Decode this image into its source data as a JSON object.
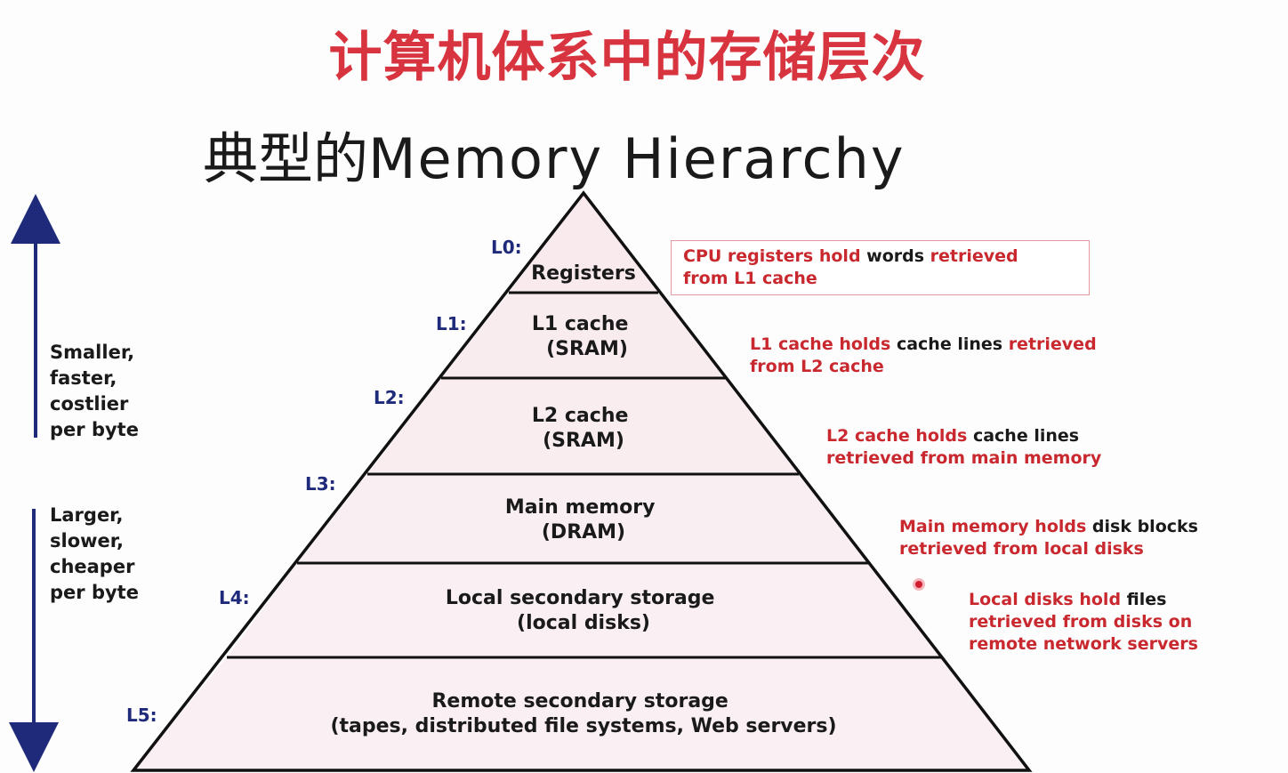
{
  "title": "计算机体系中的存储层次",
  "subtitle": {
    "cn": "典型的",
    "en": "Memory Hierarchy"
  },
  "side_notes": {
    "top": [
      "Smaller,",
      "faster,",
      "costlier",
      "per byte"
    ],
    "bottom": [
      "Larger,",
      "slower,",
      "cheaper",
      "per byte"
    ]
  },
  "levels": [
    {
      "level": "L0:",
      "lines": [
        "Registers"
      ]
    },
    {
      "level": "L1:",
      "lines": [
        "L1 cache",
        "(SRAM)"
      ]
    },
    {
      "level": "L2:",
      "lines": [
        "L2 cache",
        "(SRAM)"
      ]
    },
    {
      "level": "L3:",
      "lines": [
        "Main memory",
        "(DRAM)"
      ]
    },
    {
      "level": "L4:",
      "lines": [
        "Local secondary storage",
        "(local disks)"
      ]
    },
    {
      "level": "L5:",
      "lines": [
        "Remote secondary storage",
        "(tapes, distributed file systems, Web servers)"
      ]
    }
  ],
  "descriptions": {
    "l0": {
      "a": "CPU registers hold",
      "b": " words ",
      "c": "retrieved",
      "d": "from L1 cache"
    },
    "l1": {
      "a": "L1 cache holds",
      "b": " cache lines ",
      "c": "retrieved",
      "d": "from L2 cache"
    },
    "l2": {
      "a": "L2 cache holds",
      "b": " cache lines",
      "d": "retrieved from main memory"
    },
    "l3": {
      "a": "Main memory holds",
      "b": " disk blocks",
      "d": "retrieved from local disks"
    },
    "l4": {
      "a": "Local disks hold",
      "b": " files",
      "d1": "retrieved from disks on",
      "d2": "remote network servers"
    }
  },
  "colors": {
    "title_red": "#d8343f",
    "level_blue": "#1f2a7a",
    "arrow_navy": "#1f2a7a",
    "band_fill": "#f8eaed",
    "desc_red": "#c8282e"
  }
}
